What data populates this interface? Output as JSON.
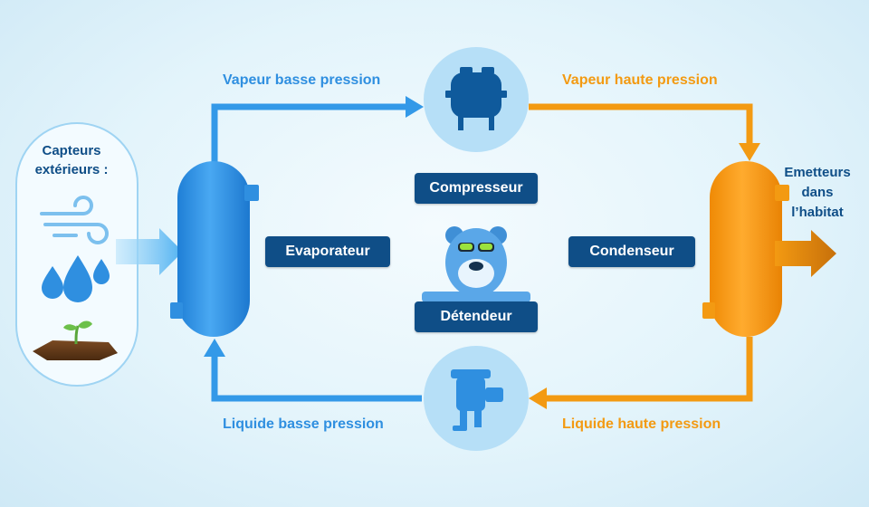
{
  "diagram": {
    "flows": {
      "top_left": "Vapeur basse pression",
      "top_right": "Vapeur haute pression",
      "bottom_left": "Liquide basse pression",
      "bottom_right": "Liquide haute pression"
    },
    "components": {
      "evaporator": "Evaporateur",
      "compressor": "Compresseur",
      "condenser": "Condenseur",
      "expansion_valve": "Détendeur"
    },
    "external": {
      "title_line1": "Capteurs",
      "title_line2": "extérieurs :",
      "sources": [
        "wind-icon",
        "water-drops-icon",
        "soil-sprout-icon"
      ]
    },
    "emitters": {
      "line1": "Emetteurs",
      "line2": "dans",
      "line3": "l’habitat"
    },
    "colors": {
      "cold": "#2f8fe0",
      "hot": "#f39a12",
      "label_box": "#0f4e87"
    }
  }
}
